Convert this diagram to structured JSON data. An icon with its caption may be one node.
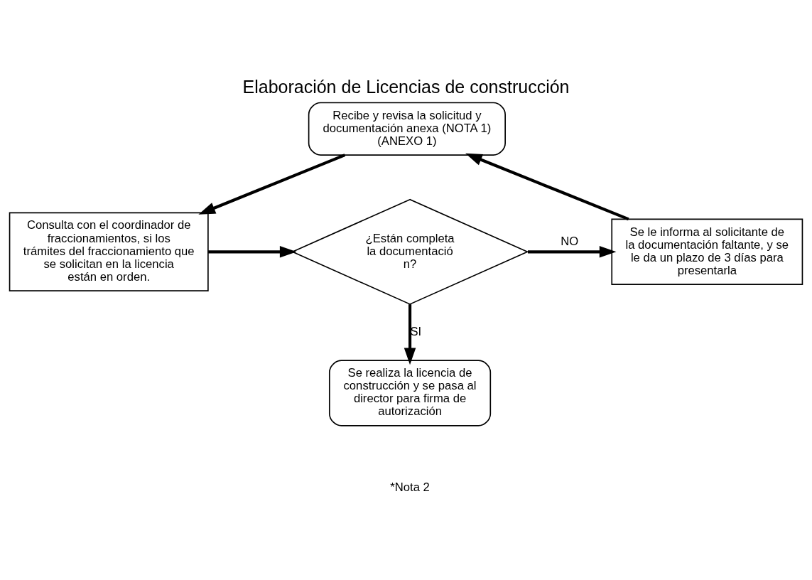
{
  "diagram": {
    "title": "Elaboración de Licencias de construcción",
    "nodes": [
      {
        "text": [
          "Recibe y revisa la solicitud y documentación anexa (NOTA 1) (ANEXO 1)"
        ]
      },
      {
        "text": [
          "Consulta con el coordinador de fraccionamientos, si los trámites del fraccionamiento que se solicitan en la licencia están en orden."
        ]
      },
      {
        "text": [
          "¿Están completa la documentació n?"
        ]
      },
      {
        "text": [
          "Se le informa al solicitante de la documentación faltante, y se le da un plazo de 3 días para presentarla"
        ]
      },
      {
        "text": [
          "Se realiza la licencia de construcción y se pasa al director para firma de autorización"
        ]
      }
    ],
    "edges": [
      {
        "from": 0,
        "to": 1,
        "arrow": "to"
      },
      {
        "from": 1,
        "to": 2,
        "arrow": "to"
      },
      {
        "from": 2,
        "to": 3,
        "arrow": "to",
        "label": "NO"
      },
      {
        "from": 3,
        "to": 0,
        "arrow": "to"
      },
      {
        "from": 2,
        "to": 4,
        "arrow": "to",
        "label": "SI"
      }
    ],
    "labels": [
      "*Nota 2"
    ]
  }
}
